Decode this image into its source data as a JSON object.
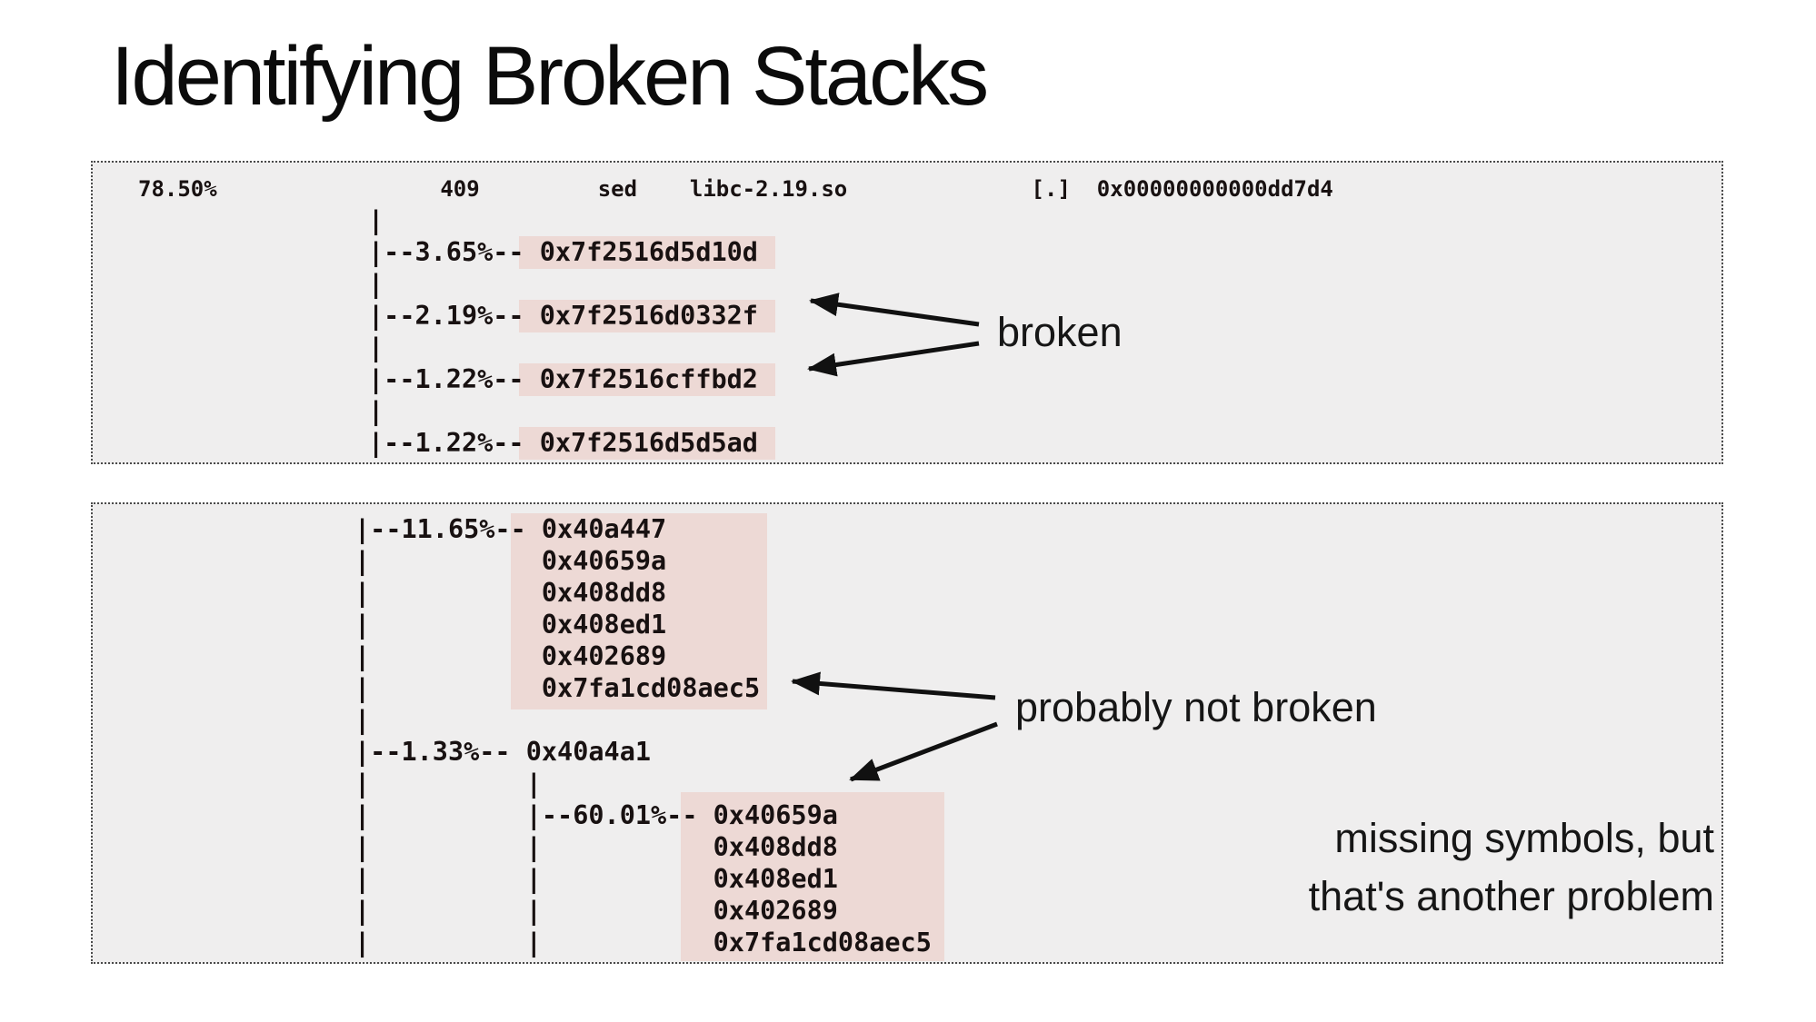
{
  "slide": {
    "title": "Identifying Broken Stacks",
    "colors": {
      "box_bg": "#efeeee",
      "highlight": "#edd9d5",
      "arrow": "#111111"
    },
    "panel1": {
      "summary_line": "78.50%                 409         sed    libc-2.19.so              [.]  0x00000000000dd7d4",
      "summary_fields": {
        "overhead_percent": "78.50%",
        "samples": "409",
        "command": "sed",
        "shared_object": "libc-2.19.so",
        "symbol": "[.] 0x00000000000dd7d4"
      },
      "tree_lines": [
        "|",
        "|--3.65%-- 0x7f2516d5d10d",
        "|",
        "|--2.19%-- 0x7f2516d0332f",
        "|",
        "|--1.22%-- 0x7f2516cffbd2",
        "|",
        "|--1.22%-- 0x7f2516d5d5ad"
      ],
      "highlighted_addresses": [
        "0x7f2516d5d10d",
        "0x7f2516d0332f",
        "0x7f2516cffbd2",
        "0x7f2516d5d5ad"
      ]
    },
    "panel2": {
      "tree_lines": [
        "|--11.65%-- 0x40a447",
        "|           0x40659a",
        "|           0x408dd8",
        "|           0x408ed1",
        "|           0x402689",
        "|           0x7fa1cd08aec5",
        "|",
        "|--1.33%-- 0x40a4a1",
        "|          |",
        "|          |--60.01%-- 0x40659a",
        "|          |           0x408dd8",
        "|          |           0x408ed1",
        "|          |           0x402689",
        "|          |           0x7fa1cd08aec5"
      ],
      "highlighted_blocks": [
        [
          "0x40a447",
          "0x40659a",
          "0x408dd8",
          "0x408ed1",
          "0x402689",
          "0x7fa1cd08aec5"
        ],
        [
          "0x40659a",
          "0x408dd8",
          "0x408ed1",
          "0x402689",
          "0x7fa1cd08aec5"
        ]
      ]
    },
    "annotations": {
      "broken_label": "broken",
      "probably_not_broken_label": "probably not broken",
      "missing_symbols_line1": "missing symbols, but",
      "missing_symbols_line2": "that's another problem"
    }
  }
}
